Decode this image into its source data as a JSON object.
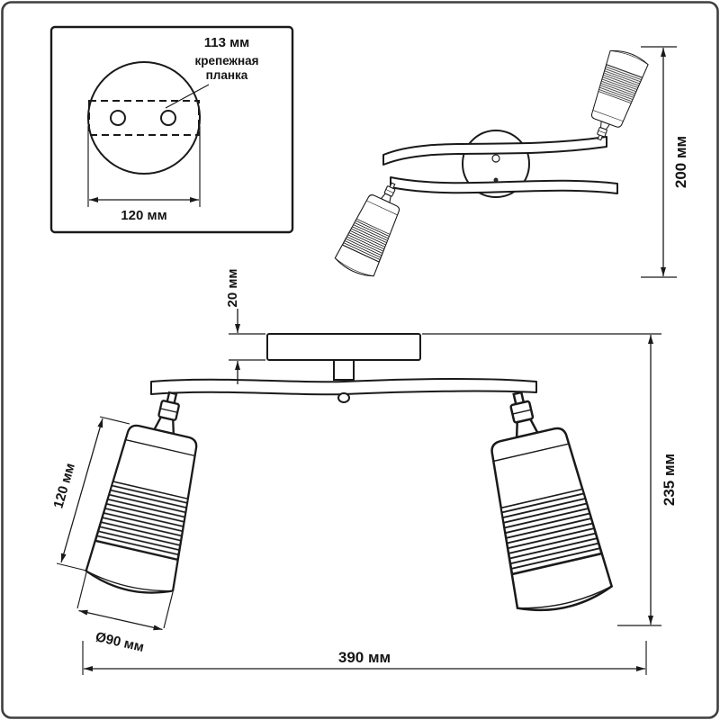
{
  "diagram": {
    "inset": {
      "dim_hole_spacing": "113 мм",
      "mount_bracket_line1": "крепежная",
      "mount_bracket_line2": "планка",
      "dim_plate_width": "120 мм"
    },
    "top_view": {
      "dim_length": "200 мм"
    },
    "front_view": {
      "dim_canopy_height": "20 мм",
      "dim_overall_height": "235 мм",
      "dim_shade_length": "120 мм",
      "dim_shade_diameter": "Ø90 мм",
      "dim_overall_width": "390 мм"
    },
    "colors": {
      "line": "#1a1a1a",
      "frame": "#3f3f3f",
      "background": "#ffffff"
    }
  }
}
